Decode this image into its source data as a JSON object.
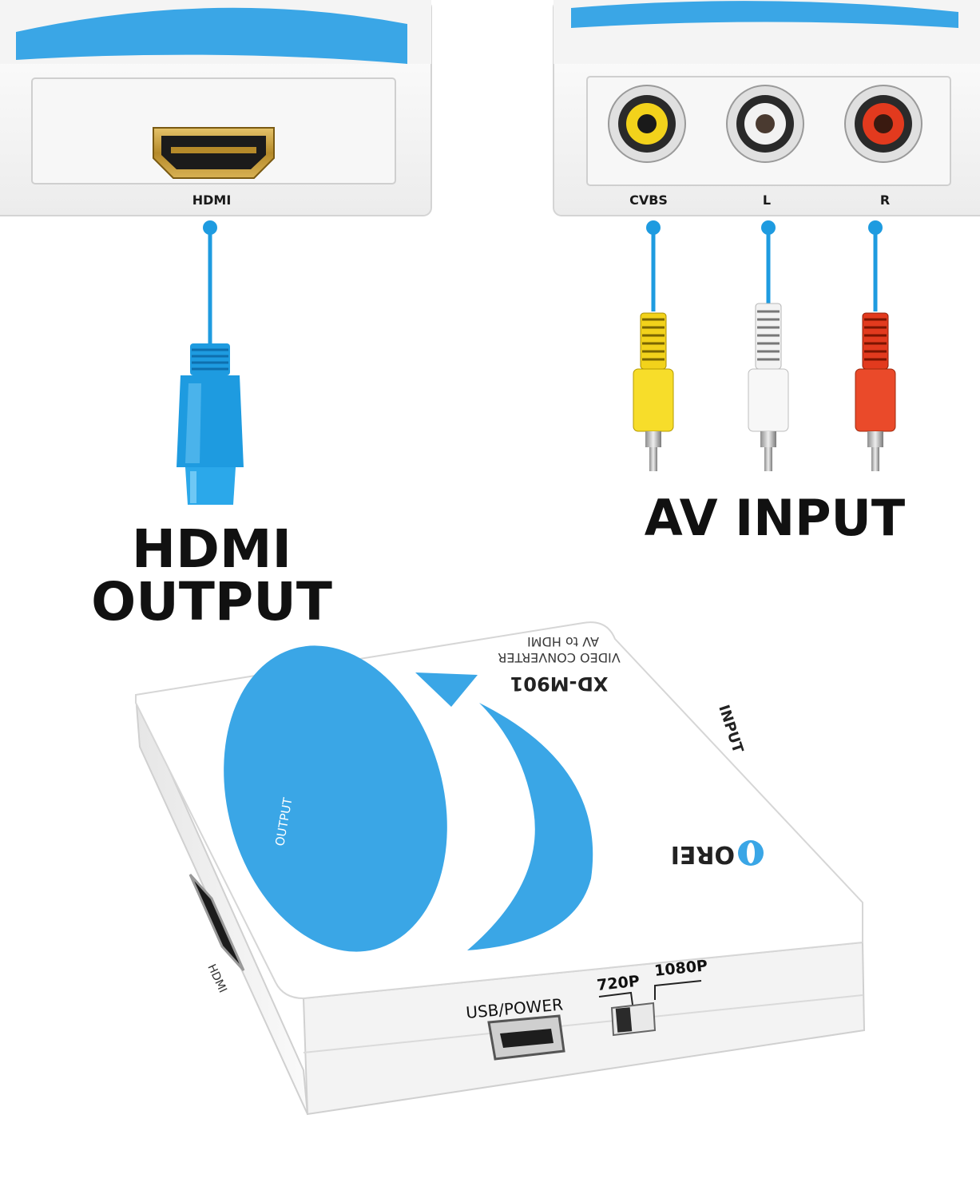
{
  "ports": {
    "hdmi": "HDMI",
    "cvbs": "CVBS",
    "left": "L",
    "right": "R"
  },
  "titles": {
    "hdmi_output_line1": "HDMI",
    "hdmi_output_line2": "OUTPUT",
    "av_input": "AV INPUT"
  },
  "device": {
    "model": "XD-M901",
    "desc_line1": "AV to HDMI",
    "desc_line2": "VIDEO CONVERTER",
    "input_label": "INPUT",
    "output_label": "OUTPUT",
    "brand": "OREI",
    "side_hdmi": "HDMI",
    "usb_power": "USB/POWER",
    "res_720": "720P",
    "res_1080": "1080P"
  },
  "colors": {
    "accent_blue": "#3aa6e6",
    "cable_blue": "#1e9be0",
    "rca_yellow": "#f2d21b",
    "rca_white": "#f2f2f2",
    "rca_red": "#e23a1e"
  }
}
